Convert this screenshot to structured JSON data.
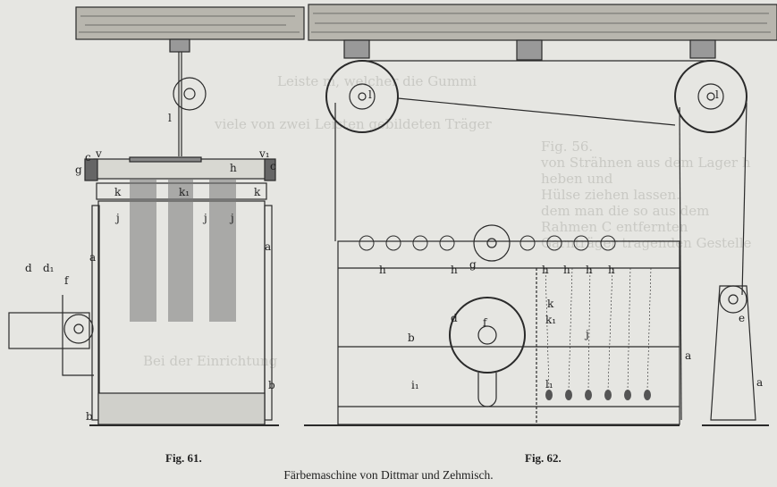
{
  "figures": [
    {
      "label": "Fig. 61."
    },
    {
      "label": "Fig. 62."
    }
  ],
  "caption": "Färbemaschine von Dittmar und Zehmisch.",
  "bleed_through": [
    "von Strähnen aus dem Lager h heben und",
    "Hülse ziehen lassen.",
    "dem man die so aus dem Rahmen C entfernten",
    "Leiste m, welcher die Gummi",
    "viele von zwei Leisten gebildeten Träger",
    "Bei der Einrichtung",
    "Fig. 56.",
    "Garnträger tragenden Gestelle"
  ],
  "fig61_labels": [
    "l",
    "g",
    "c",
    "v",
    "h",
    "v₁",
    "c",
    "k",
    "k₁",
    "k",
    "j",
    "j",
    "j",
    "a",
    "a",
    "d",
    "d₁",
    "f",
    "b",
    "b"
  ],
  "fig62_labels": [
    "l",
    "l",
    "h",
    "h",
    "g",
    "h",
    "h",
    "h",
    "h",
    "d",
    "f",
    "k",
    "k₁",
    "j",
    "b",
    "i₁",
    "l₁",
    "a",
    "e",
    "a"
  ]
}
